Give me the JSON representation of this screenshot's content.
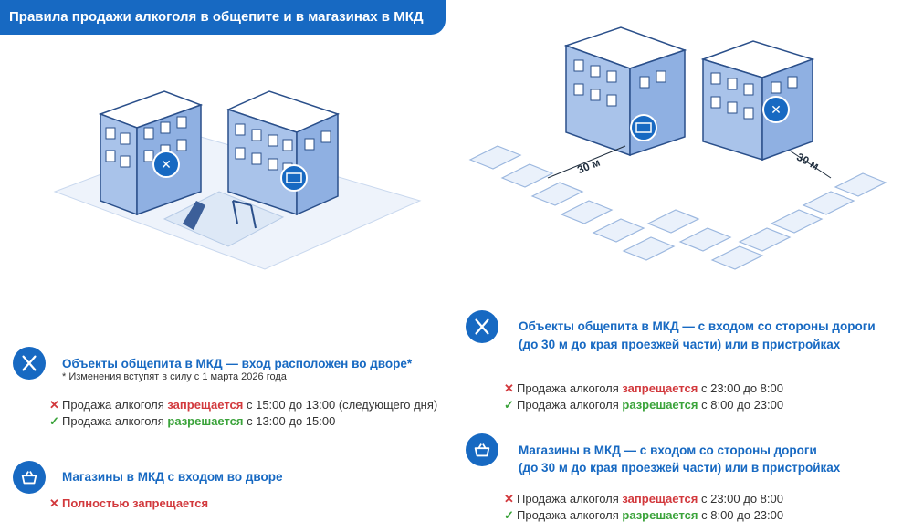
{
  "title": "Правила продажи алкоголя в общепите и в магазинах в МКД",
  "left": {
    "block1": {
      "heading": "Объекты общепита в МКД — вход расположен во дворе*",
      "note": "* Изменения вступят в силу с 1 марта 2026 года",
      "rule1": {
        "prefix": "Продажа алкоголя ",
        "status": "запрещается",
        "suffix": " с 15:00 до 13:00 (следующего дня)"
      },
      "rule2": {
        "prefix": "Продажа алкоголя ",
        "status": "разрешается",
        "suffix": " с 13:00 до 15:00"
      }
    },
    "block2": {
      "heading": "Магазины в МКД с входом во дворе",
      "rule1": "Полностью запрещается"
    }
  },
  "right": {
    "distance_left": "30 м",
    "distance_right": "30 м",
    "block1": {
      "heading_line1": "Объекты общепита в МКД — с входом со стороны дороги",
      "heading_line2": "(до 30 м до края проезжей части) или в пристройках",
      "rule1": {
        "prefix": "Продажа алкоголя ",
        "status": "запрещается",
        "suffix": " с 23:00 до 8:00"
      },
      "rule2": {
        "prefix": "Продажа алкоголя ",
        "status": "разрешается",
        "suffix": " с 8:00 до 23:00"
      }
    },
    "block2": {
      "heading_line1": "Магазины в МКД — с входом со стороны дороги",
      "heading_line2": "(до 30 м до края проезжей части) или в пристройках",
      "rule1": {
        "prefix": "Продажа алкоголя ",
        "status": "запрещается",
        "suffix": " с 23:00 до 8:00"
      },
      "rule2": {
        "prefix": "Продажа алкоголя ",
        "status": "разрешается",
        "suffix": " с 8:00 до 23:00"
      }
    }
  },
  "icons": {
    "cross": "✕",
    "check": "✓",
    "fork_knife": "fork-knife-icon",
    "basket": "basket-icon"
  },
  "colors": {
    "accent": "#1769c2",
    "forbidden": "#d2393d",
    "allowed": "#3aa33a"
  }
}
